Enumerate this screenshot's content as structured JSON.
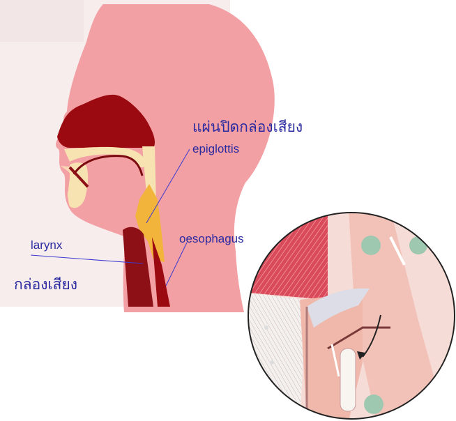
{
  "labels": {
    "epiglottis_thai": "แผ่นปิดกล่องเสียง",
    "epiglottis": "epiglottis",
    "oesophagus": "oesophagus",
    "larynx": "larynx",
    "larynx_thai": "กล่องเสียง"
  },
  "colors": {
    "skin": "#f3a0a4",
    "background_wash": "#f7eded",
    "palate": "#9a0a10",
    "cartilage": "#f7e2b2",
    "epiglottis": "#f2b43a",
    "airway": "#8c1016",
    "label_text": "#2a2aa0",
    "leader_line": "#3a3ad0"
  }
}
